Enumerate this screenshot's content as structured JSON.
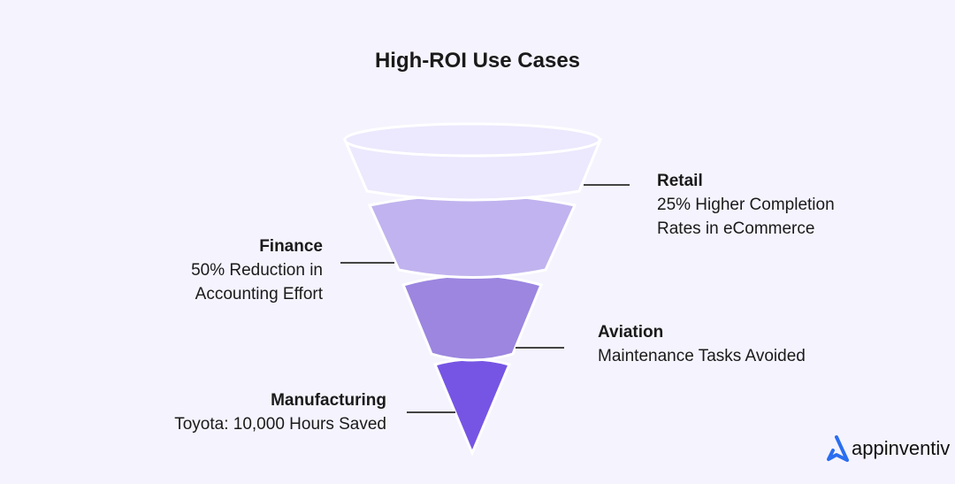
{
  "title": "High-ROI Use Cases",
  "colors": {
    "background": "#f5f3fd",
    "stage1": "#ece8fd",
    "stage2": "#c1b3ef",
    "stage3": "#9c86e0",
    "stage4": "#7655e4",
    "accent": "#2a6ef0"
  },
  "stages": [
    {
      "name": "Retail",
      "detail_line1": "25% Higher Completion",
      "detail_line2": "Rates in eCommerce"
    },
    {
      "name": "Finance",
      "detail_line1": "50% Reduction in",
      "detail_line2": "Accounting Effort"
    },
    {
      "name": "Aviation",
      "detail_line1": "Maintenance Tasks Avoided",
      "detail_line2": ""
    },
    {
      "name": "Manufacturing",
      "detail_line1": "Toyota: 10,000 Hours Saved",
      "detail_line2": ""
    }
  ],
  "brand": {
    "name": "appinventiv"
  }
}
